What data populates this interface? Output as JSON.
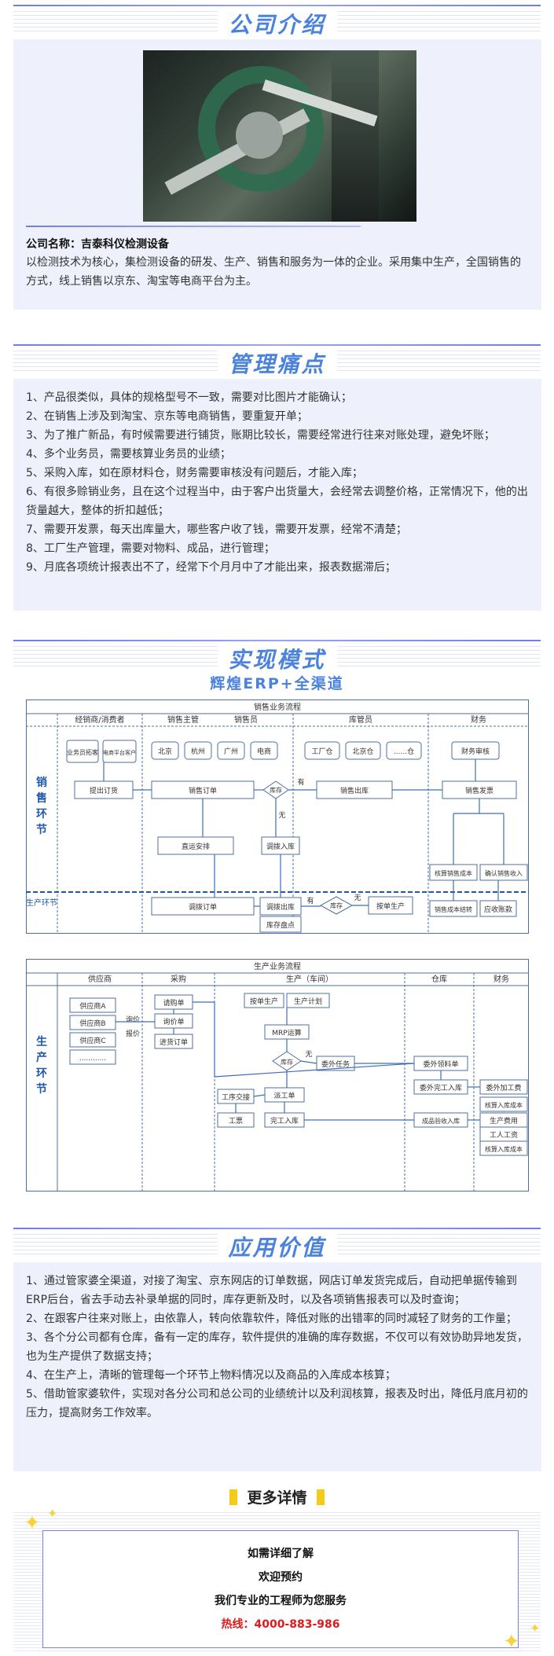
{
  "intro": {
    "title": "公司介绍",
    "company_line": "公司名称：吉泰科仪检测设备",
    "description": "以检测技术为核心，集检测设备的研发、生产、销售和服务为一体的企业。采用集中生产，全国销售的方式，线上销售以京东、淘宝等电商平台为主。"
  },
  "pain": {
    "title": "管理痛点",
    "items": [
      "1、产品很类似，具体的规格型号不一致，需要对比图片才能确认；",
      "2、在销售上涉及到淘宝、京东等电商销售，要重复开单；",
      "3、为了推广新品，有时候需要进行铺货，账期比较长，需要经常进行往来对账处理，避免坏账；",
      "4、多个业务员，需要核算业务员的业绩；",
      "5、采购入库，如在原材料仓，财务需要审核没有问题后，才能入库；",
      "6、有很多赊销业务，且在这个过程当中，由于客户出货量大，会经常去调整价格，正常情况下，他的出货量越大，整体的折扣越低；",
      "7、需要开发票，每天出库量大，哪些客户收了钱，需要开发票，经常不清楚；",
      "8、工厂生产管理，需要对物料、成品，进行管理；",
      "9、月底各项统计报表出不了，经常下个月月中了才能出来，报表数据滞后；"
    ]
  },
  "mode": {
    "title": "实现模式",
    "subtitle": "辉煌ERP+全渠道"
  },
  "sales_flow": {
    "title": "销售业务流程",
    "roles": [
      "经销商/消费者",
      "销售主管",
      "销售员",
      "库管员",
      "财务"
    ],
    "side": "销售环节",
    "side_prod": "生产环节",
    "n_yewu": "业务员拓客",
    "n_dianshang": "电商平台客户",
    "cities": [
      "北京",
      "杭州",
      "广州",
      "电商"
    ],
    "warehouses": [
      "工厂仓",
      "北京仓",
      "......仓"
    ],
    "n_audit": "财务审核",
    "n_order_req": "提出订货",
    "n_sales_order": "销售订单",
    "n_stock": "库存",
    "yes": "有",
    "no": "无",
    "n_outbound": "销售出库",
    "n_invoice": "销售发票",
    "n_direct": "直运安排",
    "n_transfer_in": "调拨入库",
    "n_check_cost": "核算销售成本",
    "n_confirm_income": "确认销售收入",
    "n_carry_cost": "销售成本结转",
    "n_receivable": "应收账款",
    "n_transfer_order": "调拨订单",
    "n_transfer_out": "调拨出库",
    "n_inventory": "库存盘点",
    "n_produce_by_order": "按单生产"
  },
  "prod_flow": {
    "title": "生产业务流程",
    "roles": [
      "供应商",
      "采购",
      "生产（车间）",
      "仓库",
      "财务"
    ],
    "side": "生产环节",
    "suppliers": [
      "供应商A",
      "供应商B",
      "供应商C",
      "............"
    ],
    "inquiry": "询价",
    "quote": "报价",
    "n_purchase_req": "请购单",
    "n_inquiry_form": "询价单",
    "n_purchase_order": "进货订单",
    "n_produce_by_order": "按单生产",
    "n_plan": "生产计划",
    "n_mrp": "MRP运算",
    "n_stock": "库存",
    "no": "无",
    "n_outsource": "委外任务",
    "n_outsource_pick": "委外领料单",
    "n_outsource_done": "委外完工入库",
    "n_outsource_fee": "委外加工费",
    "n_cost_check": "核算入库成本",
    "n_dispatch": "派工单",
    "n_handover": "工序交接",
    "n_ticket": "工票",
    "n_finish_in": "完工入库",
    "n_product_in": "成品验收入库",
    "n_prod_cost": "生产费用",
    "n_wage": "工人工资",
    "n_cost_check2": "核算入库成本"
  },
  "value": {
    "title": "应用价值",
    "items": [
      "1、通过管家婆全渠道，对接了淘宝、京东网店的订单数据，网店订单发货完成后，自动把单据传输到ERP后台，省去手动去补录单据的同时，库存更新及时，以及各项销售报表可以及时查询；",
      "2、在跟客户往来对账上，由依靠人，转向依靠软件，降低对账的出错率的同时减轻了财务的工作量；",
      "3、各个分公司都有仓库，备有一定的库存，软件提供的准确的库存数据，不仅可以有效协助异地发货，也为生产提供了数据支持；",
      "4、在生产上，清晰的管理每一个环节上物料情况以及商品的入库成本核算；",
      "5、借助管家婆软件，实现对各分公司和总公司的业绩统计以及利润核算，报表及时出，降低月底月初的压力，提高财务工作效率。"
    ]
  },
  "more": {
    "title": "更多详情",
    "line1": "如需详细了解",
    "line2": "欢迎预约",
    "line3": "我们专业的工程师为您服务",
    "hotline": "热线：4000-883-986"
  },
  "colors": {
    "accent": "#4b83dc",
    "panel": "#eef1fb",
    "flow": "#3d6fb4",
    "hotline": "#e0191c",
    "star": "#f7d23a"
  }
}
